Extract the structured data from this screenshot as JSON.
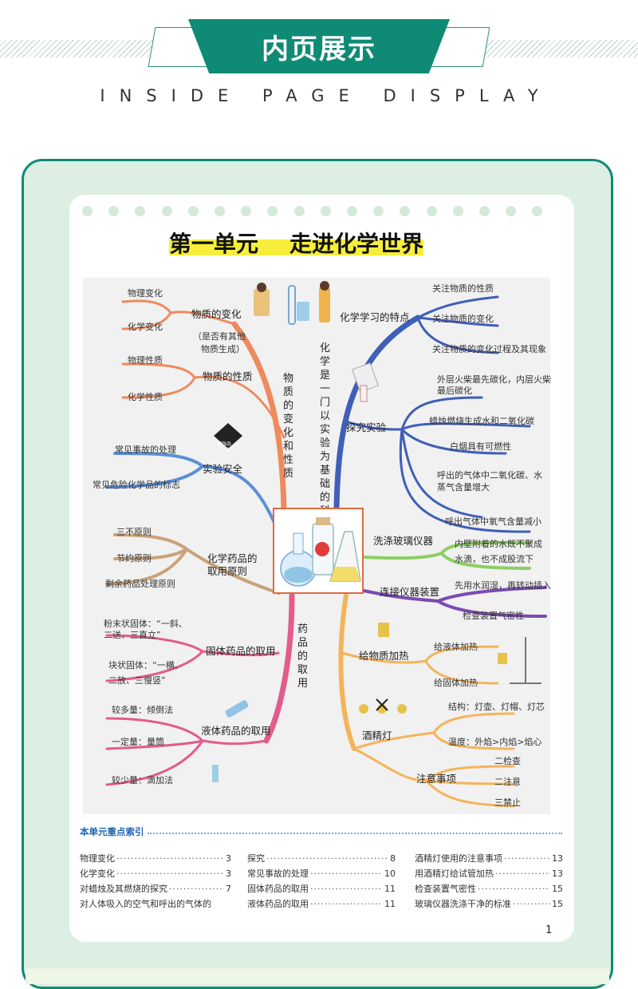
{
  "header": {
    "title": "内页展示",
    "subtitle": "INSIDE PAGE DISPLAY"
  },
  "page": {
    "unit_title": "第一单元    走进化学世界",
    "page_number": "1"
  },
  "mindmap": {
    "branches": {
      "change": {
        "trunk": "物质的变化和性质",
        "nodes": {
          "changes": {
            "label": "物质的变化",
            "children": [
              "物理变化",
              "化学变化"
            ],
            "note_1": "（是否有其他",
            "note_2": "物质生成）"
          },
          "props": {
            "label": "物质的性质",
            "children": [
              "物理性质",
              "化学性质"
            ]
          }
        }
      },
      "safety": {
        "label": "实验安全",
        "children": [
          "常见事故的处理",
          "常见危险化学品的标志"
        ],
        "sign_1": "腐蚀品",
        "sign_2": "8"
      },
      "principles": {
        "label_1": "化学药品的",
        "label_2": "取用原则",
        "children": [
          "三不原则",
          "节约原则",
          "剩余药品处理原则"
        ]
      },
      "drugs": {
        "trunk": "药品的取用",
        "solid": {
          "label": "固体药品的取用",
          "c1a": "粉末状固体：“一斜、",
          "c1b": "二送、三直立”",
          "c2a": "块状固体：“一横、",
          "c2b": "二放、三慢竖”"
        },
        "liquid": {
          "label": "液体药品的取用",
          "children": [
            "较多量：倾倒法",
            "一定量：量筒",
            "较少量：滴加法"
          ]
        }
      },
      "science": {
        "trunk": "化学是一门以实验为基础的科学",
        "features": {
          "label": "化学学习的特点",
          "children": [
            "关注物质的性质",
            "关注物质的变化",
            "关注物质的变化过程及其现象"
          ]
        },
        "explore": {
          "label": "探究实验",
          "c1a": "外层火柴最先碳化，内层火柴",
          "c1b": "最后碳化",
          "c2": "蜡烛燃烧生成水和二氧化碳",
          "c3": "白烟具有可燃性",
          "c4a": "呼出的气体中二氧化碳、水",
          "c4b": "蒸气含量增大",
          "c5": "呼出气体中氧气含量减小"
        }
      },
      "wash": {
        "label": "洗涤玻璃仪器",
        "c1": "内壁附着的水既不聚成",
        "c2": "水滴，也不成股流下"
      },
      "connect": {
        "label": "连接仪器装置",
        "children": [
          "先用水润湿，再转动插入",
          "检查装置气密性"
        ]
      },
      "heat": {
        "label": "给物质加热",
        "children": [
          "给液体加热",
          "给固体加热"
        ]
      },
      "lamp": {
        "label": "酒精灯",
        "children": [
          "结构：灯壶、灯帽、灯芯",
          "温度：外焰>内焰>焰心"
        ],
        "notes": {
          "label": "注意事项",
          "children": [
            "二检查",
            "二注意",
            "三禁止"
          ]
        }
      }
    }
  },
  "index": {
    "heading": "本单元重点索引",
    "col1": [
      {
        "text": "物理变化",
        "page": "3"
      },
      {
        "text": "化学变化",
        "page": "3"
      },
      {
        "text": "对蜡烛及其燃烧的探究",
        "page": "7"
      },
      {
        "text": "对人体吸入的空气和呼出的气体的",
        "page": ""
      }
    ],
    "col2": [
      {
        "text": "探究",
        "page": "8"
      },
      {
        "text": "常见事故的处理",
        "page": "10"
      },
      {
        "text": "固体药品的取用",
        "page": "11"
      },
      {
        "text": "液体药品的取用",
        "page": "11"
      }
    ],
    "col3": [
      {
        "text": "酒精灯使用的注意事项",
        "page": "13"
      },
      {
        "text": "用酒精灯给试管加热",
        "page": "13"
      },
      {
        "text": "检查装置气密性",
        "page": "15"
      },
      {
        "text": "玻璃仪器洗涤干净的标准",
        "page": "15"
      }
    ]
  },
  "colors": {
    "accent": "#0f8a74",
    "panel_bg": "#dcefe2",
    "highlight": "#f6ee3a",
    "branch_orange": "#ef8a5e",
    "branch_blue": "#5b8fd8",
    "branch_tan": "#c9a27a",
    "branch_pink": "#e25c8c",
    "branch_navy": "#3f5fb8",
    "branch_green": "#8ccf64",
    "branch_purple": "#7b4bb0",
    "branch_amber": "#f4b45a"
  }
}
